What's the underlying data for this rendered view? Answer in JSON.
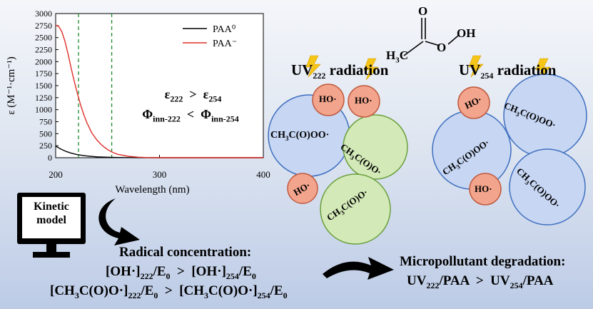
{
  "chart_data": {
    "type": "line",
    "xlabel": "Wavelength (nm)",
    "ylabel": "ε (M⁻¹·cm⁻¹)",
    "xlim": [
      200,
      400
    ],
    "ylim": [
      0,
      3000
    ],
    "xticks": [
      200,
      300,
      400
    ],
    "yticks": [
      0,
      250,
      500,
      750,
      1000,
      1250,
      1500,
      1750,
      2000,
      2250,
      2500,
      2750,
      3000
    ],
    "vlines": [
      222,
      254
    ],
    "legend_position": "top-right",
    "series": [
      {
        "name": "PAA⁰",
        "color": "#000000",
        "x": [
          200,
          205,
          210,
          215,
          220,
          225,
          230,
          235,
          240,
          250,
          260,
          280,
          300,
          400
        ],
        "y": [
          240,
          180,
          130,
          95,
          68,
          50,
          36,
          26,
          18,
          10,
          5,
          1,
          0,
          0
        ]
      },
      {
        "name": "PAA⁻",
        "color": "#e0302a",
        "x": [
          200,
          203,
          206,
          209,
          212,
          215,
          218,
          221,
          224,
          227,
          230,
          235,
          240,
          245,
          250,
          255,
          260,
          270,
          280,
          290,
          300,
          400
        ],
        "y": [
          2760,
          2730,
          2620,
          2420,
          2150,
          1860,
          1580,
          1330,
          1100,
          900,
          730,
          510,
          360,
          250,
          170,
          110,
          70,
          30,
          10,
          2,
          0,
          0
        ]
      }
    ]
  },
  "inset": {
    "eps_line": {
      "a": "ε",
      "a_sub": "222",
      "op": ">",
      "b": "ε",
      "b_sub": "254"
    },
    "phi_line": {
      "a": "Φ",
      "a_sub": "inn-222",
      "op": "<",
      "b": "Φ",
      "b_sub": "inn-254"
    }
  },
  "molecule": {
    "o_top": "O",
    "oh": "OH",
    "o_mid": "O",
    "ch3": "H",
    "ch3_sub": "3",
    "c": "C"
  },
  "uv222": {
    "prefix": "UV",
    "sub": "222",
    "suffix": "radiation"
  },
  "uv254": {
    "prefix": "UV",
    "sub": "254",
    "suffix": "radiation"
  },
  "circles": {
    "ho": "HO·",
    "peroxy": {
      "a": "CH",
      "sub": "3",
      "b": "C(O)OO·"
    },
    "acyl": {
      "a": "CH",
      "sub": "3",
      "b": "C(O)O·"
    }
  },
  "kinetic_model": {
    "line1": "Kinetic",
    "line2": "model"
  },
  "radical": {
    "title": "Radical concentration:",
    "line1": {
      "l": "[OH·]",
      "l_sub": "222",
      "l_e": "/E",
      "l_e_sub": "0",
      "op": ">",
      "r": "[OH·]",
      "r_sub": "254",
      "r_e": "/E",
      "r_e_sub": "0"
    },
    "line2": {
      "l": "[CH",
      "l_sub1": "3",
      "l_mid": "C(O)O·]",
      "l_sub": "222",
      "l_e": "/E",
      "l_e_sub": "0",
      "op": ">",
      "r": "[CH",
      "r_sub1": "3",
      "r_mid": "C(O)O·]",
      "r_sub": "254",
      "r_e": "/E",
      "r_e_sub": "0"
    }
  },
  "micropollutant": {
    "title": "Micropollutant degradation:",
    "l": "UV",
    "l_sub": "222",
    "l_rest": "/PAA",
    "op": ">",
    "r": "UV",
    "r_sub": "254",
    "r_rest": "/PAA"
  }
}
